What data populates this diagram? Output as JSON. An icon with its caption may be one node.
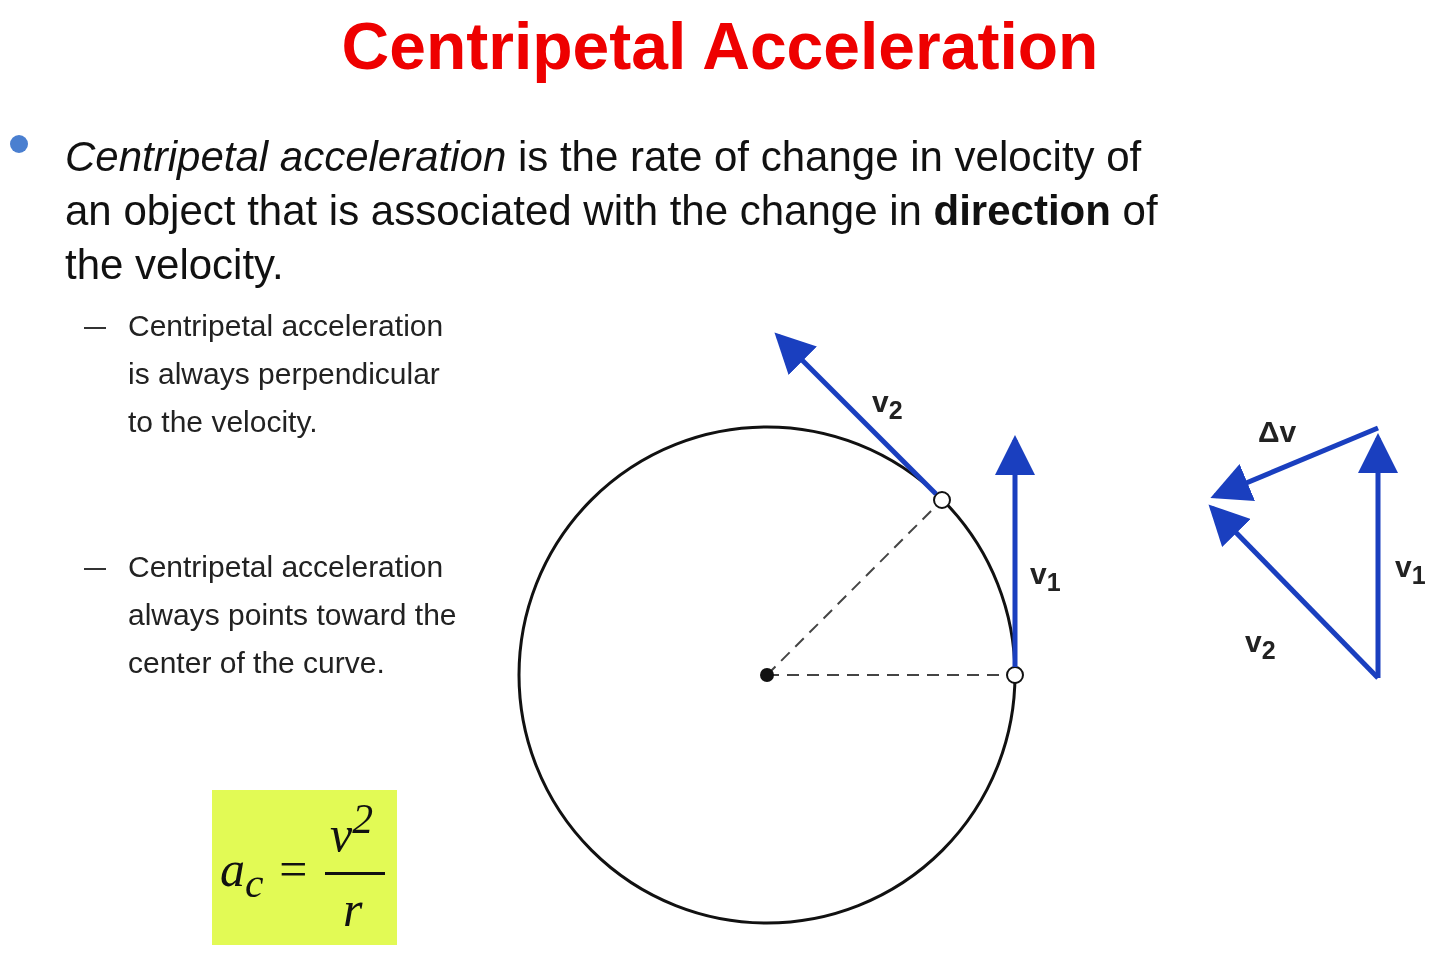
{
  "diagram": {
    "title": "Centripetal Acceleration",
    "labels": [
      "*Centripetal acceleration* is the rate of change in velocity of an object that is associated with the change in **direction** of the velocity.",
      "Centripetal acceleration is always perpendicular to the velocity.",
      "Centripetal acceleration always points toward the center of the curve.",
      "a$_{c}$ =",
      "v$^{2}$",
      "r",
      "v$_{2}$",
      "v$_{1}$",
      "Δv",
      "v$_{1}$",
      "v$_{2}$"
    ]
  }
}
